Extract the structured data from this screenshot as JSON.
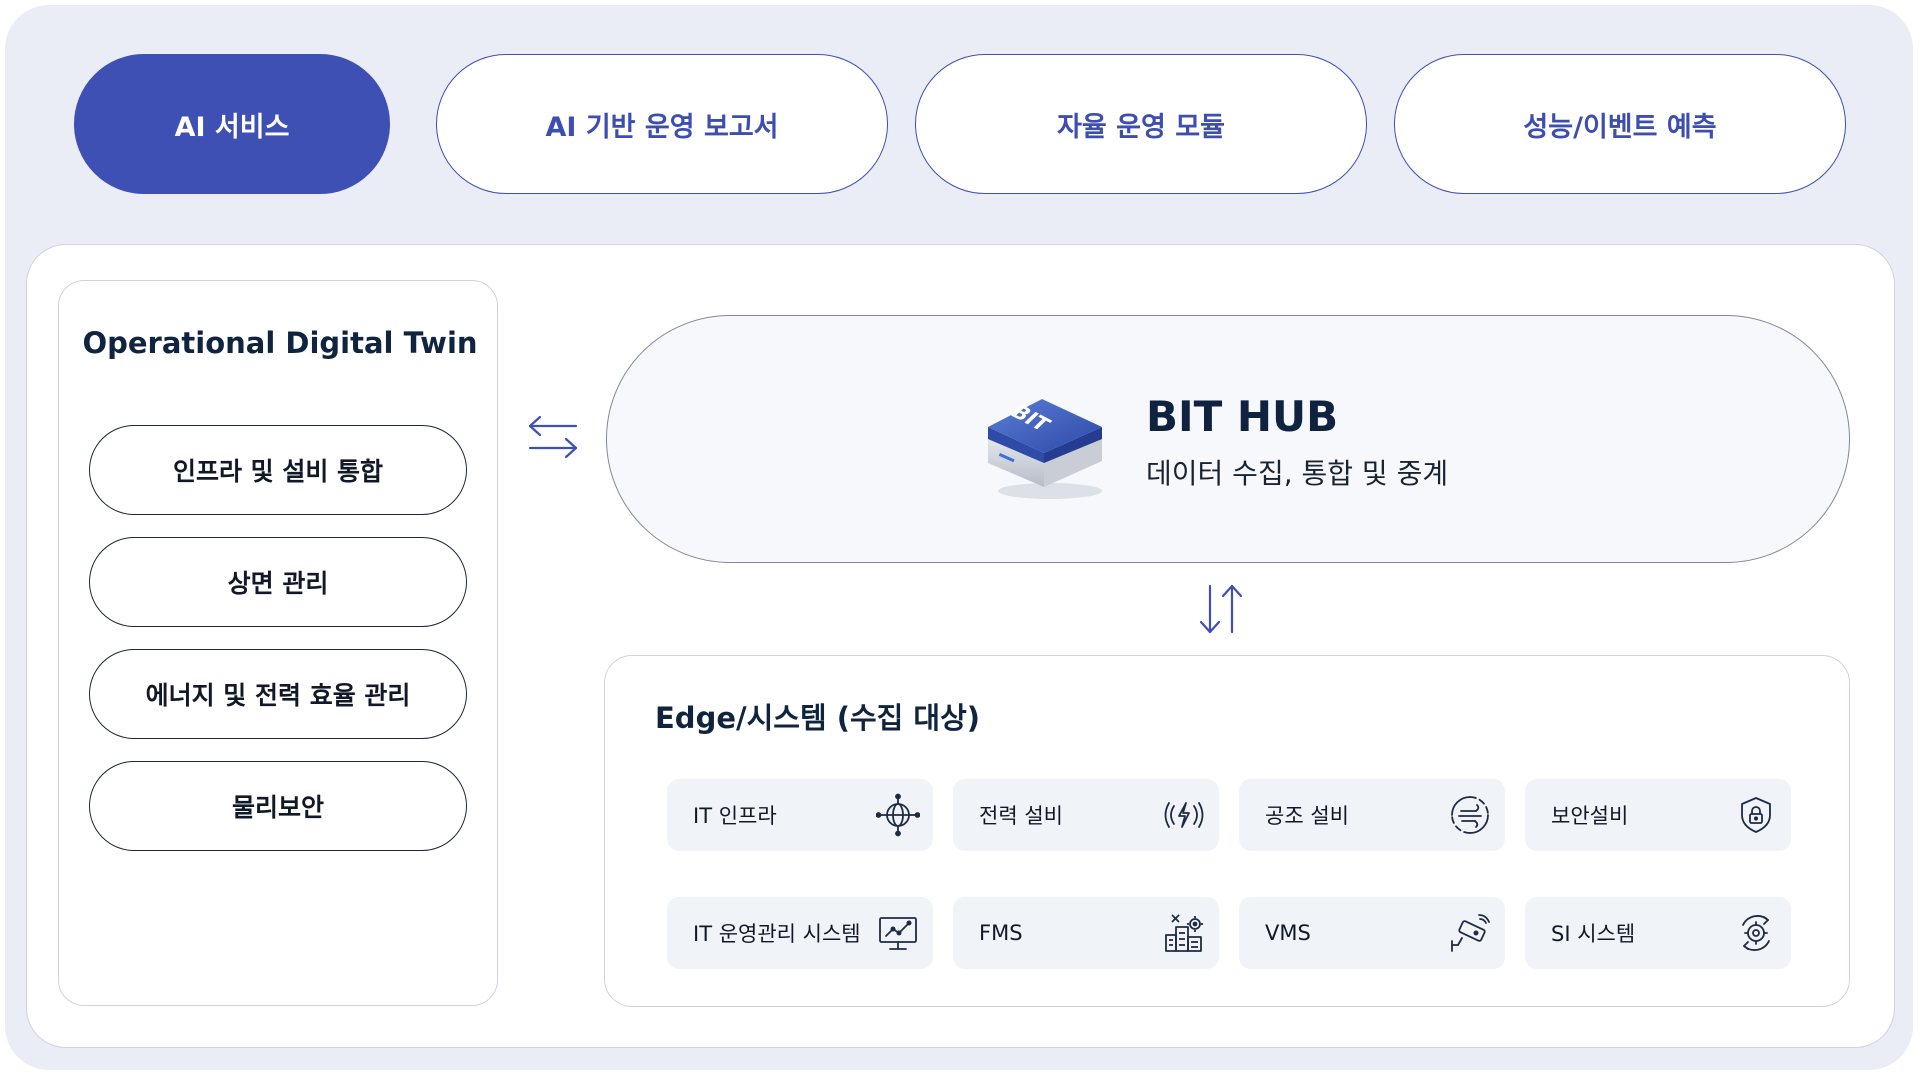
{
  "tabs": [
    {
      "label": "AI 서비스",
      "active": true
    },
    {
      "label": "AI 기반 운영 보고서",
      "active": false
    },
    {
      "label": "자율 운영 모듈",
      "active": false
    },
    {
      "label": "성능/이벤트 예측",
      "active": false
    }
  ],
  "digital_twin": {
    "title": "Operational Digital Twin",
    "items": [
      "인프라 및 설비 통합",
      "상면 관리",
      "에너지 및 전력 효율 관리",
      "물리보안"
    ]
  },
  "hub": {
    "logo_text": "BIT",
    "title": "BIT HUB",
    "subtitle": "데이터 수집, 통합 및 중계"
  },
  "edge": {
    "title": "Edge/시스템 (수집 대상)",
    "cards": [
      {
        "label": "IT 인프라",
        "icon": "globe-network-icon"
      },
      {
        "label": "전력 설비",
        "icon": "power-signal-icon"
      },
      {
        "label": "공조 설비",
        "icon": "air-flow-icon"
      },
      {
        "label": "보안설비",
        "icon": "shield-lock-icon"
      },
      {
        "label": "IT 운영관리 시스템",
        "icon": "monitor-chart-icon"
      },
      {
        "label": "FMS",
        "icon": "building-gear-icon"
      },
      {
        "label": "VMS",
        "icon": "cctv-camera-icon"
      },
      {
        "label": "SI 시스템",
        "icon": "gear-cycle-icon"
      }
    ]
  },
  "colors": {
    "accent": "#3f50b5",
    "background": "#eaecf6",
    "title_navy": "#10243f"
  }
}
